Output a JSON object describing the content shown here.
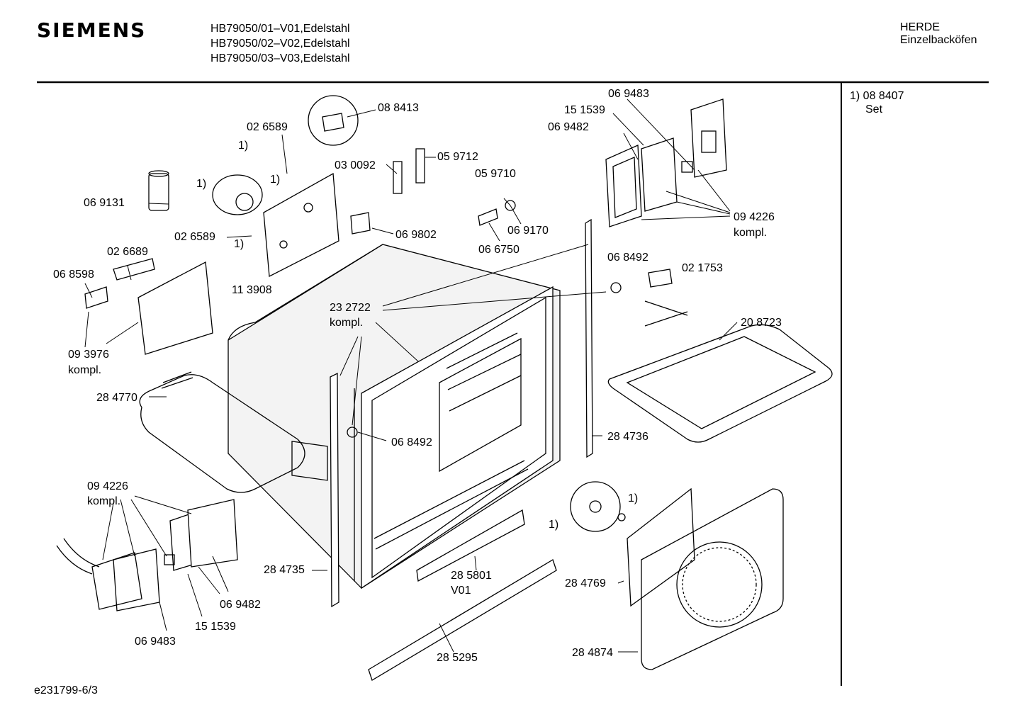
{
  "header": {
    "brand": "SIEMENS",
    "models": [
      "HB79050/01–V01,Edelstahl",
      "HB79050/02–V02,Edelstahl",
      "HB79050/03–V03,Edelstahl"
    ],
    "category": [
      "HERDE",
      "Einzelbacköfen"
    ]
  },
  "side_note": {
    "line1": "1) 08 8407",
    "line2": "Set"
  },
  "footer": {
    "code": "e231799-6/3"
  },
  "labels": [
    "08 8413",
    "02 6589",
    "1)",
    "1)",
    "1)",
    "03 0092",
    "05 9712",
    "06 9483",
    "15 1539",
    "06 9482",
    "05 9710",
    "06 9131",
    "02 6589",
    "1)",
    "06 9802",
    "06 9170",
    "06 6750",
    "09 4226",
    "kompl.",
    "02 6689",
    "06 8598",
    "11 3908",
    "06 8492",
    "02 1753",
    "23 2722",
    "kompl.",
    "20 8723",
    "09 3976",
    "kompl.",
    "28 4770",
    "06 8492",
    "28 4736",
    "09 4226",
    "kompl.",
    "1)",
    "1)",
    "28 4735",
    "28 5801",
    "V01",
    "28 4769",
    "06 9482",
    "15 1539",
    "06 9483",
    "28 4874",
    "28 5295"
  ]
}
